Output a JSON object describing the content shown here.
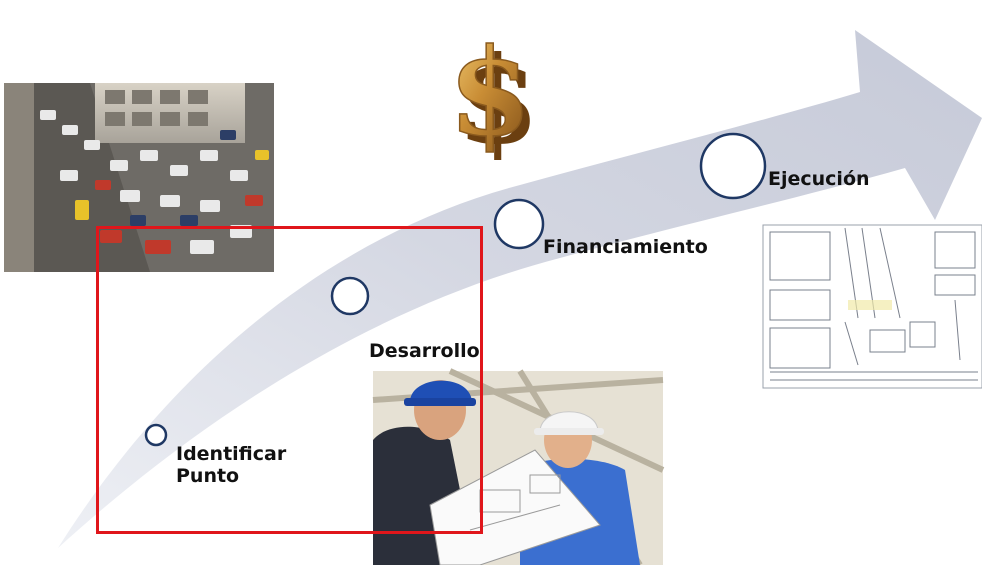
{
  "stages": [
    {
      "id": "identificar",
      "line1": "Identificar",
      "line2": "Punto"
    },
    {
      "id": "desarrollo",
      "line1": "Desarrollo"
    },
    {
      "id": "financiamiento",
      "line1": "Financiamiento"
    },
    {
      "id": "ejecucion",
      "line1": "Ejecución"
    }
  ],
  "highlighted_stage": "identificar",
  "icons": {
    "money": "dollar-sign-icon"
  },
  "colors": {
    "arrow": "#d3d6e1",
    "milestone_stroke": "#1f3864",
    "highlight": "#e0161b",
    "dollar": "#c8923a"
  }
}
